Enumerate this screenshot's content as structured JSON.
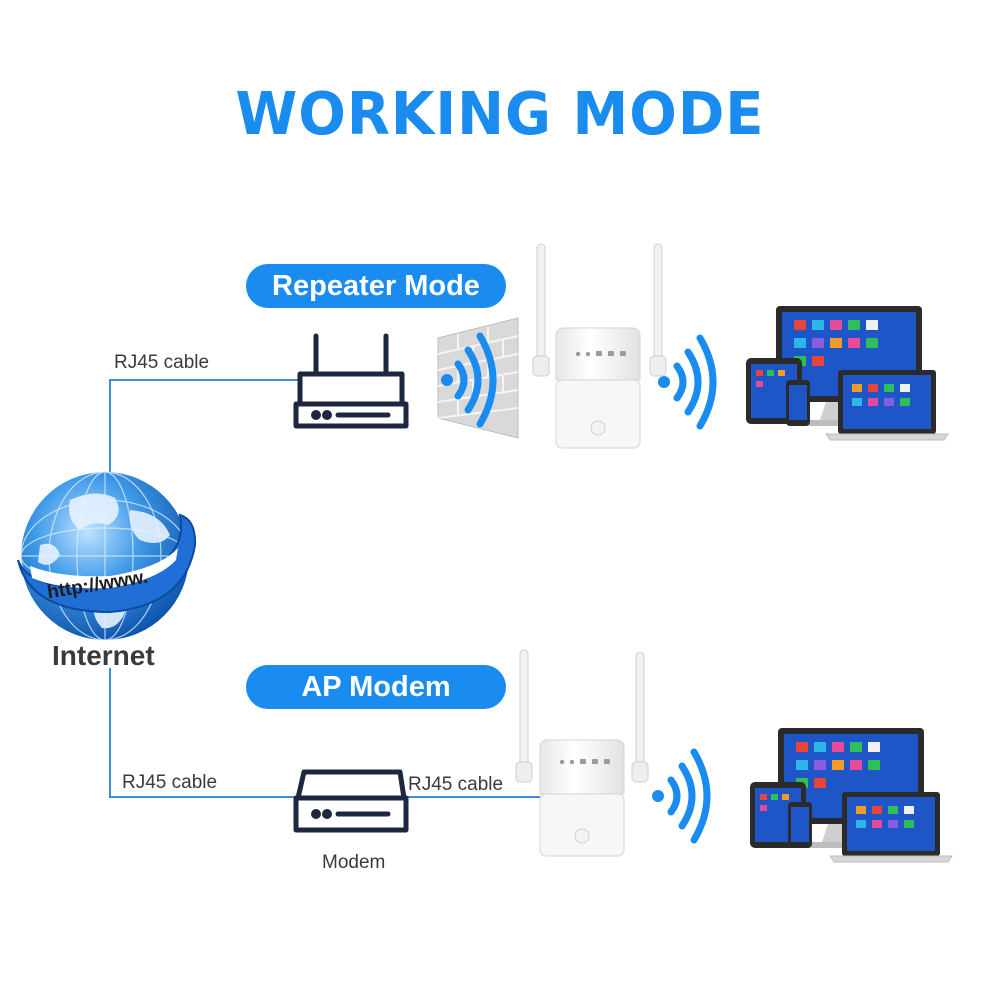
{
  "title": "WORKING MODE",
  "modes": {
    "repeater": {
      "label": "Repeater Mode"
    },
    "ap": {
      "label": "AP Modem"
    }
  },
  "labels": {
    "rj45_top": "RJ45 cable",
    "rj45_bottom_left": "RJ45 cable",
    "rj45_bottom_right": "RJ45 cable",
    "modem": "Modem",
    "internet": "Internet",
    "globe_url": "http://www."
  },
  "colors": {
    "accent": "#1a8cf0",
    "line": "#3a8fe0",
    "text": "#3a3a3a"
  },
  "icons": [
    "globe-icon",
    "router-icon",
    "modem-icon",
    "brick-wall-icon",
    "repeater-device-icon",
    "wifi-signal-icon",
    "devices-icon"
  ]
}
